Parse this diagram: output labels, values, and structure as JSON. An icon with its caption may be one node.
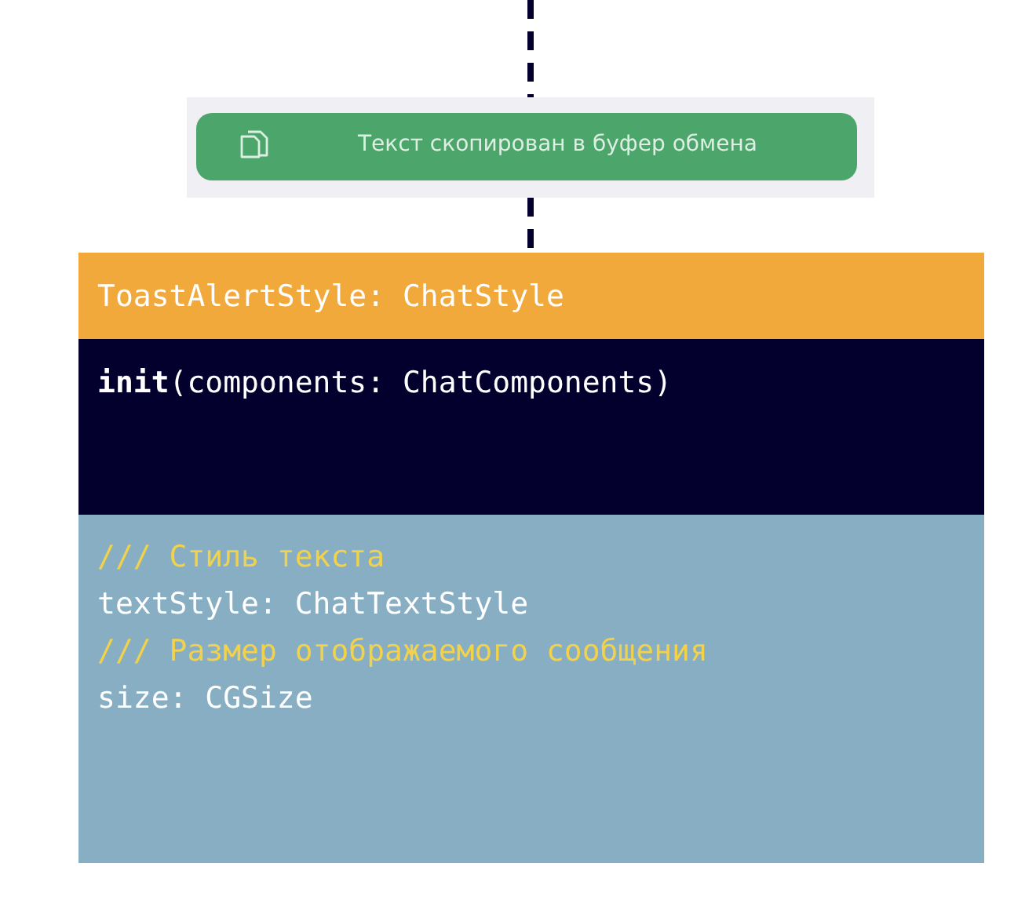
{
  "diagram": {
    "nodes": [
      {
        "text": [],
        "shape": "picture"
      },
      {
        "text": [
          "Текст скопирован в буфер обмена"
        ],
        "in": 0
      },
      {
        "text": [
          "ToastAlertStyle: ChatStyle",
          "**init**(components: ChatComponents)",
          "/// Стиль текста",
          "textStyle: ChatTextStyle",
          "/// Размер отображаемого сообщения",
          "size: CGSize"
        ]
      }
    ],
    "edges": [
      {
        "from": null,
        "to": 0,
        "arrow": "none",
        "style": "dashed"
      },
      {
        "from": 0,
        "to": 2,
        "arrow": "none",
        "style": "dashed"
      }
    ]
  }
}
